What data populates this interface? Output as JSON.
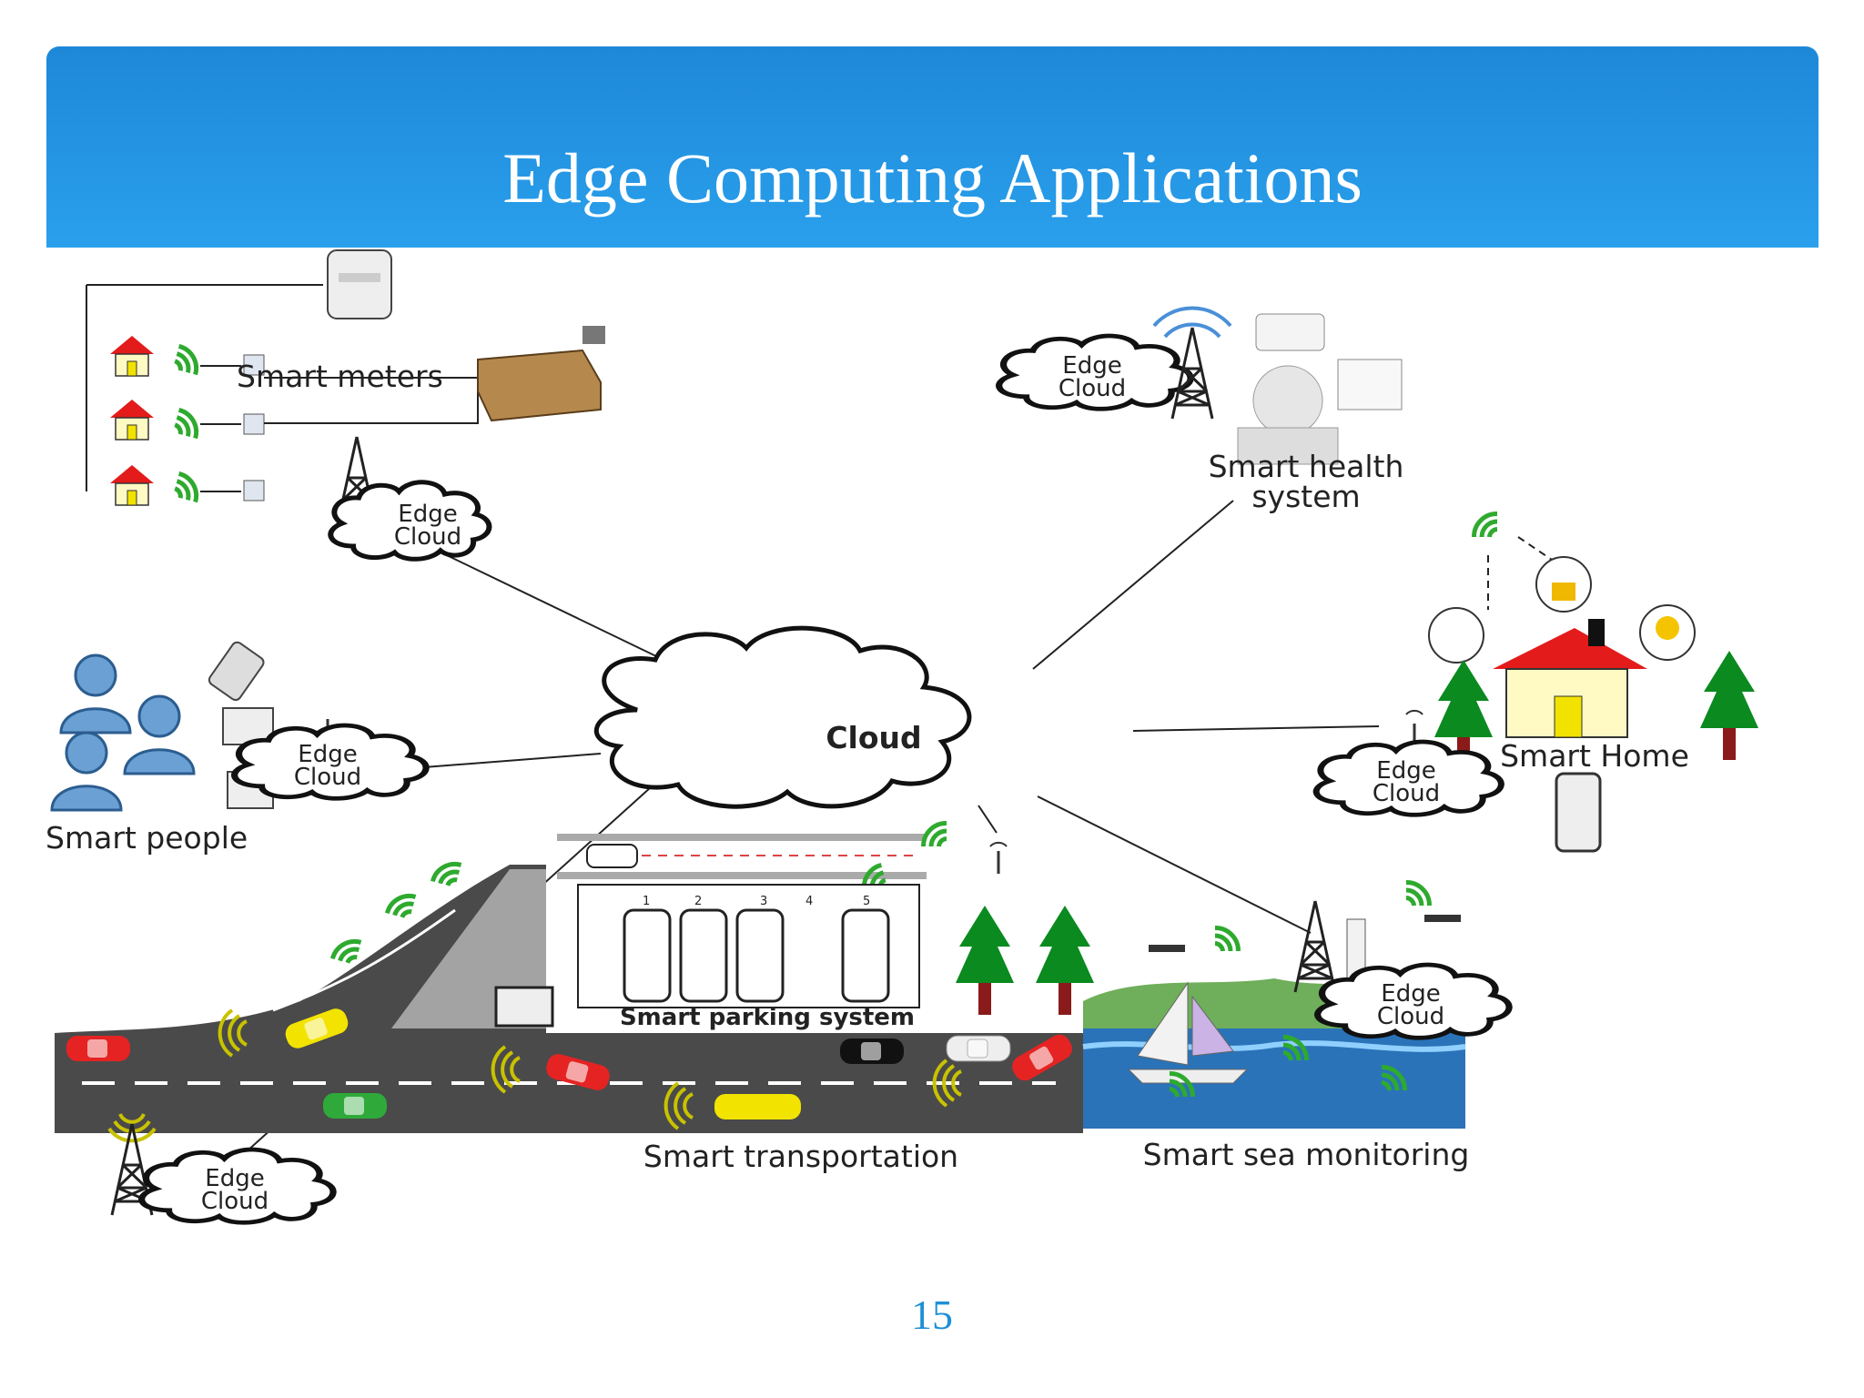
{
  "slide": {
    "title": "Edge Computing Applications",
    "page_number": "15"
  },
  "center_cloud": {
    "label": "Cloud"
  },
  "edge_cloud_label": [
    "Edge",
    "Cloud"
  ],
  "domains": {
    "smart_meters": "Smart meters",
    "smart_health": [
      "Smart health",
      "system"
    ],
    "smart_home": "Smart Home",
    "smart_people": "Smart people",
    "smart_parking": "Smart parking system",
    "smart_transportation": "Smart transportation",
    "smart_sea": "Smart sea monitoring"
  },
  "parking_spots": [
    "1",
    "2",
    "3",
    "4",
    "5"
  ],
  "colors": {
    "title_bar": "#1e88d8",
    "page_number": "#1e8fd6",
    "road": "#4a4a4a",
    "tree": "#0a8a1f",
    "wifi": "#2eaa2e",
    "house_roof": "#e41b1b",
    "house_wall": "#fff9c4"
  }
}
